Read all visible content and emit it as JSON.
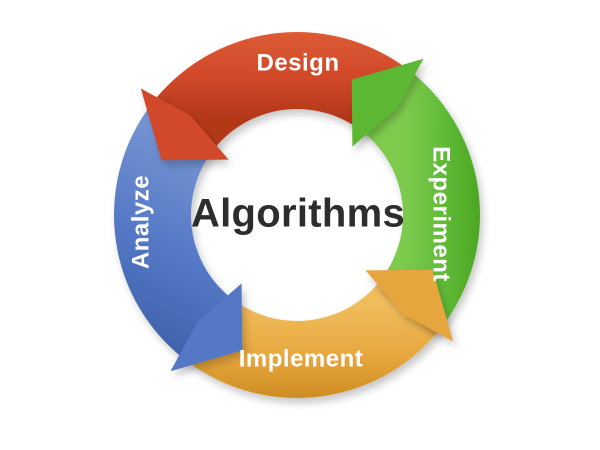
{
  "diagram": {
    "center_label": "Algorithms",
    "center_color": "#2d2d2d",
    "label_color": "#ffffff",
    "background": "#ffffff",
    "flow_direction": "counterclockwise",
    "steps": [
      {
        "label": "Design",
        "position": "top",
        "color": "#d1482a",
        "color_light": "#dd5c34",
        "color_dark": "#b23719"
      },
      {
        "label": "Analyze",
        "position": "left",
        "color": "#5478c6",
        "color_light": "#7695d2",
        "color_dark": "#3f63ab"
      },
      {
        "label": "Implement",
        "position": "bottom",
        "color": "#e6a63d",
        "color_light": "#f1bc5c",
        "color_dark": "#cd8c20"
      },
      {
        "label": "Experiment",
        "position": "right",
        "color": "#5bb732",
        "color_light": "#7dca4e",
        "color_dark": "#469f1d"
      }
    ]
  }
}
